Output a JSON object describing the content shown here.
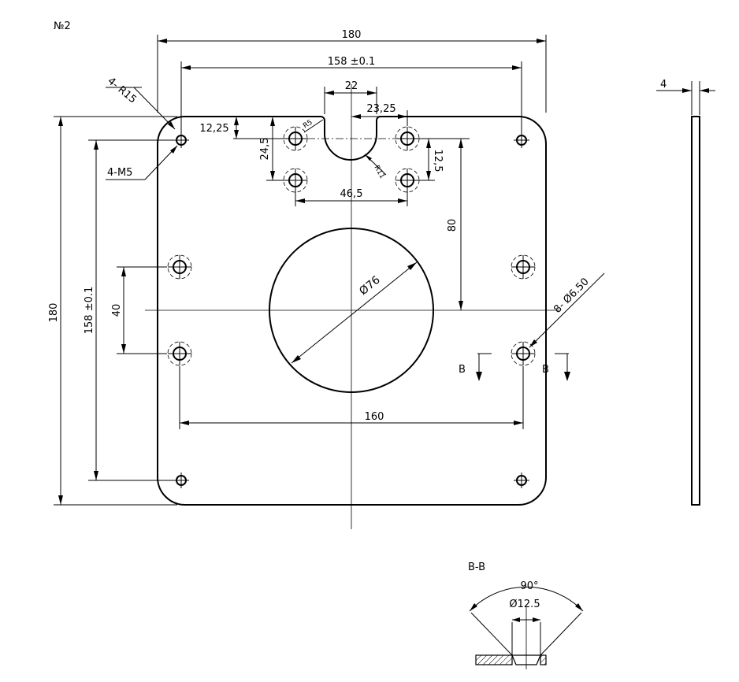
{
  "drawing": {
    "sheet_number": "№2",
    "dimensions": {
      "overall_width": "180",
      "hole_spacing_top": "158 ±0.1",
      "slot_width": "22",
      "slot_offset": "23,25",
      "top_offset": "12,25",
      "hole_vertical": "24,5",
      "hole_pitch_vertical": "12,5",
      "hole_pitch_horizontal": "46,5",
      "center_to_holes": "80",
      "large_hole_diameter": "Ø76",
      "overall_height": "180",
      "hole_spacing_left": "158 ±0.1",
      "side_hole_spacing": "40",
      "side_hole_pitch": "160",
      "thickness": "4"
    },
    "callouts": {
      "corner_radius": "4- R15",
      "threaded_holes": "4-M5",
      "slot_radius_small": "R5",
      "slot_radius_large": "R11",
      "countersunk_holes": "8- Ø6.50"
    },
    "section": {
      "marker_left": "B",
      "marker_right": "B",
      "title": "B-B",
      "angle": "90°",
      "diameter": "Ø12.5"
    }
  }
}
